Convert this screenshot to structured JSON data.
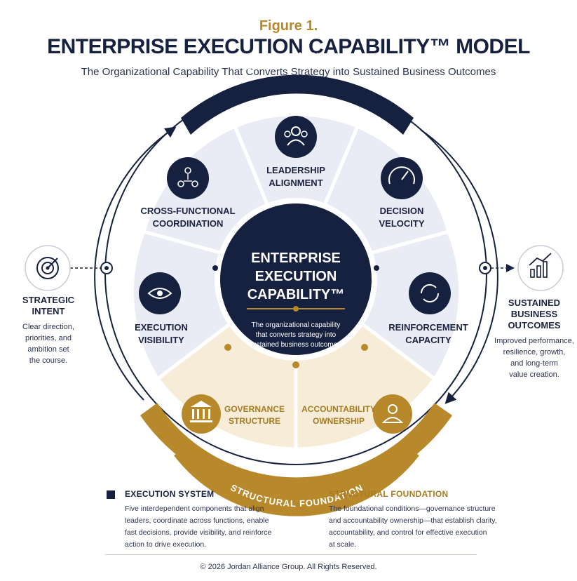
{
  "header": {
    "figure_label": "Figure 1.",
    "title": "ENTERPRISE EXECUTION CAPABILITY™ MODEL",
    "subtitle": "The Organizational Capability That Converts Strategy into Sustained Business Outcomes"
  },
  "ring": {
    "top_band": "EXECUTION SYSTEM",
    "bottom_band": "STRUCTURAL FOUNDATION"
  },
  "center": {
    "title_line1": "ENTERPRISE",
    "title_line2": "EXECUTION",
    "title_line3": "CAPABILITY™",
    "desc_line1": "The organizational capability",
    "desc_line2": "that converts strategy into",
    "desc_line3": "sustained business outcomes."
  },
  "segments": {
    "leadership": {
      "line1": "LEADERSHIP",
      "line2": "ALIGNMENT",
      "icon": "people-group-icon"
    },
    "decision": {
      "line1": "DECISION",
      "line2": "VELOCITY",
      "icon": "gauge-icon"
    },
    "reinforcement": {
      "line1": "REINFORCEMENT",
      "line2": "CAPACITY",
      "icon": "refresh-icon"
    },
    "cross": {
      "line1": "CROSS-FUNCTIONAL",
      "line2": "COORDINATION",
      "icon": "network-icon"
    },
    "visibility": {
      "line1": "EXECUTION",
      "line2": "VISIBILITY",
      "icon": "eye-icon"
    },
    "governance": {
      "line1": "GOVERNANCE",
      "line2": "STRUCTURE",
      "icon": "building-icon"
    },
    "accountability": {
      "line1": "ACCOUNTABILITY",
      "line2": "OWNERSHIP",
      "icon": "person-icon"
    }
  },
  "left_side": {
    "heading_line1": "STRATEGIC",
    "heading_line2": "INTENT",
    "desc": [
      "Clear direction,",
      "priorities, and",
      "ambition set",
      "the course."
    ],
    "icon": "target-icon"
  },
  "right_side": {
    "heading_line1": "SUSTAINED",
    "heading_line2": "BUSINESS",
    "heading_line3": "OUTCOMES",
    "desc": [
      "Improved performance,",
      "resilience, growth,",
      "and long-term",
      "value creation."
    ],
    "icon": "growth-chart-icon"
  },
  "legend": {
    "execution": {
      "title": "EXECUTION SYSTEM",
      "color": "#16213f",
      "desc": [
        "Five interdependent components that align",
        "leaders, coordinate across functions, enable",
        "fast decisions, provide visibility, and reinforce",
        "action to drive execution."
      ]
    },
    "structural": {
      "title": "STRUCTURAL FOUNDATION",
      "color": "#b8892a",
      "desc": [
        "The foundational conditions—governance structure",
        "and accountability ownership—that establish clarity,",
        "accountability, and control for effective execution",
        "at scale."
      ]
    }
  },
  "footer": "© 2026 Jordan Alliance Group. All Rights Reserved.",
  "colors": {
    "navy": "#16213f",
    "gold": "#b8892a",
    "segment": "#e9ecf5",
    "gold_segment": "#f6ecd8"
  }
}
